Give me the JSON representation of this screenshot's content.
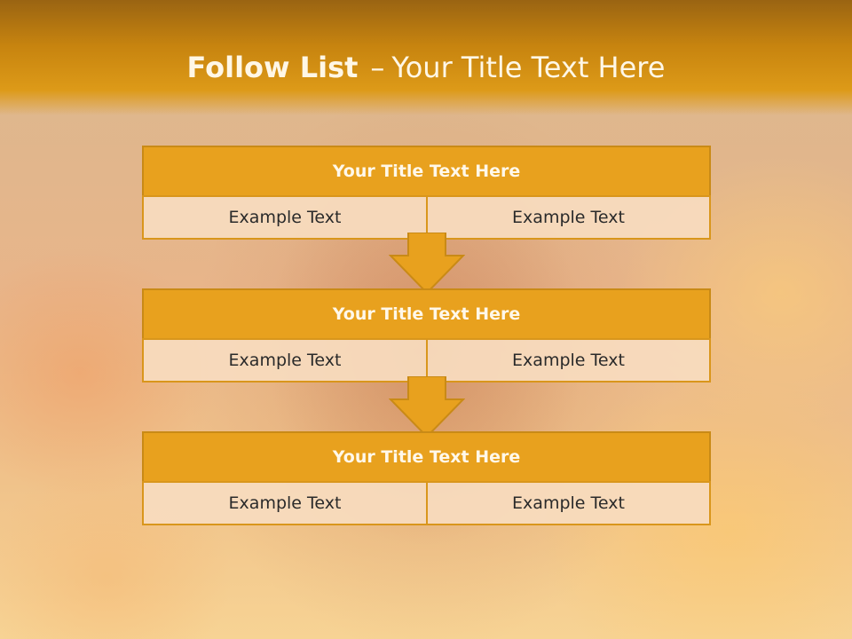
{
  "slide": {
    "title_bold": "Follow List",
    "title_dash": "–",
    "title_rest": "Your Title Text Here"
  },
  "steps": [
    {
      "title": "Your Title Text Here",
      "left": "Example Text",
      "right": "Example Text"
    },
    {
      "title": "Your Title Text Here",
      "left": "Example Text",
      "right": "Example Text"
    },
    {
      "title": "Your Title Text Here",
      "left": "Example Text",
      "right": "Example Text"
    }
  ],
  "colors": {
    "header": "#dd9a18",
    "box_title": "#e8a11e",
    "cell": "#f8dcbe",
    "border": "#d9961c"
  },
  "background_image": "firefighter-in-flames-photo"
}
